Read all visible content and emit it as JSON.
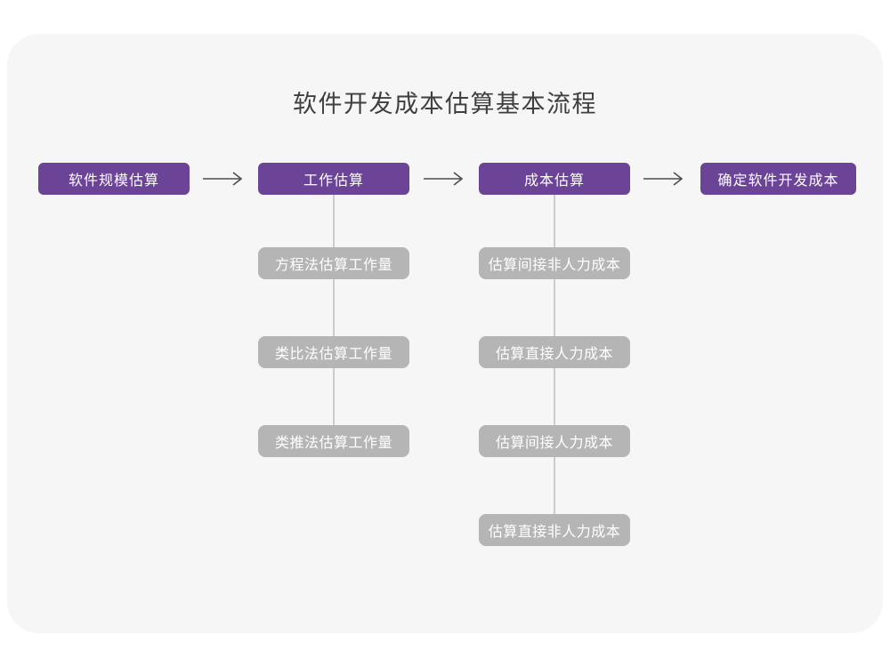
{
  "title": "软件开发成本估算基本流程",
  "colors": {
    "accent_purple": "#6B4397",
    "substep_gray": "#B5B5B5",
    "card_background": "#F6F6F7",
    "page_background": "#FFFFFF",
    "arrow_stroke": "#4D4D4D",
    "connector_line": "#CCCCCC",
    "title_text": "#3F3F3F",
    "box_text": "#FFFFFF"
  },
  "flow": {
    "main_steps": [
      {
        "label": "软件规模估算",
        "substeps": []
      },
      {
        "label": "工作估算",
        "substeps": [
          "方程法估算工作量",
          "类比法估算工作量",
          "类推法估算工作量"
        ]
      },
      {
        "label": "成本估算",
        "substeps": [
          "估算间接非人力成本",
          "估算直接人力成本",
          "估算间接人力成本",
          "估算直接非人力成本"
        ]
      },
      {
        "label": "确定软件开发成本",
        "substeps": []
      }
    ]
  }
}
